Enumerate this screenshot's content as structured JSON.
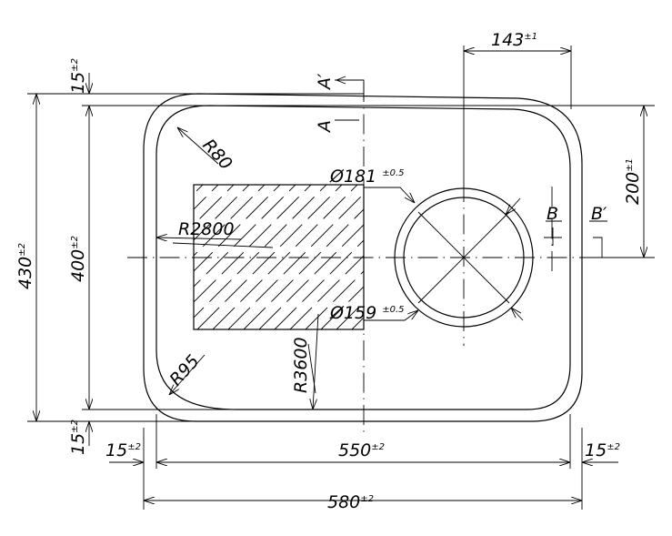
{
  "drawing": {
    "dims": {
      "width_overall": "580",
      "width_overall_tol": "±2",
      "width_inner": "550",
      "width_inner_tol": "±2",
      "height_overall": "430",
      "height_overall_tol": "±2",
      "height_inner": "400",
      "height_inner_tol": "±2",
      "rim_top": "15",
      "rim_top_tol": "±2",
      "rim_bottom": "15",
      "rim_bottom_tol": "±2",
      "rim_left": "15",
      "rim_left_tol": "±2",
      "rim_right": "15",
      "rim_right_tol": "±2",
      "drain_offset_x": "143",
      "drain_offset_x_tol": "±1",
      "drain_offset_y": "200",
      "drain_offset_y_tol": "±1",
      "drain_outer_dia": "Ø181",
      "drain_outer_tol": "±0.5",
      "drain_inner_dia": "Ø159",
      "drain_inner_tol": "±0.5"
    },
    "radii": {
      "r_top_left": "R80",
      "r_bottom_left": "R95",
      "r_side": "R2800",
      "r_bottom": "R3600"
    },
    "sections": {
      "a": "A",
      "a_prime": "A′",
      "b": "B",
      "b_prime": "B′"
    }
  }
}
